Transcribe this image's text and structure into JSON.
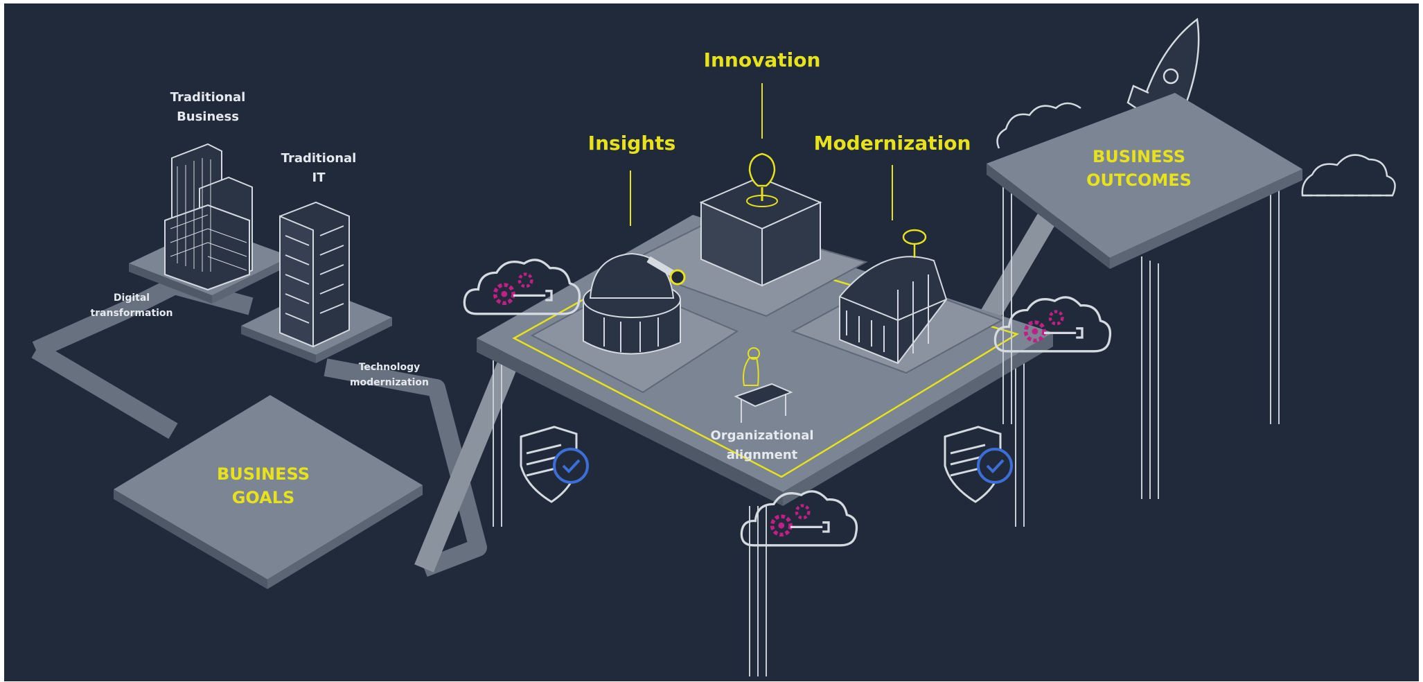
{
  "labels": {
    "traditional_business_line1": "Traditional",
    "traditional_business_line2": "Business",
    "traditional_it_line1": "Traditional",
    "traditional_it_line2": "IT",
    "digital_transformation_line1": "Digital",
    "digital_transformation_line2": "transformation",
    "technology_modernization_line1": "Technology",
    "technology_modernization_line2": "modernization",
    "business_goals_line1": "BUSINESS",
    "business_goals_line2": "GOALS",
    "insights": "Insights",
    "innovation": "Innovation",
    "modernization": "Modernization",
    "organizational_alignment_line1": "Organizational",
    "organizational_alignment_line2": "alignment",
    "business_outcomes_line1": "BUSINESS",
    "business_outcomes_line2": "OUTCOMES"
  },
  "colors": {
    "background": "#212a3b",
    "platform_top": "#7b8593",
    "platform_side": "#4f5867",
    "tile": "#8a939f",
    "accent_yellow": "#e8e21a",
    "line": "#c8ced6",
    "gear_magenta": "#c21f86",
    "check_blue": "#3b6fd6"
  },
  "icons": [
    "building-icon",
    "observatory-icon",
    "lightbulb-icon",
    "satellite-dish-icon",
    "person-at-desk-icon",
    "rocket-icon",
    "cloud-gear-icon",
    "shield-check-icon"
  ]
}
